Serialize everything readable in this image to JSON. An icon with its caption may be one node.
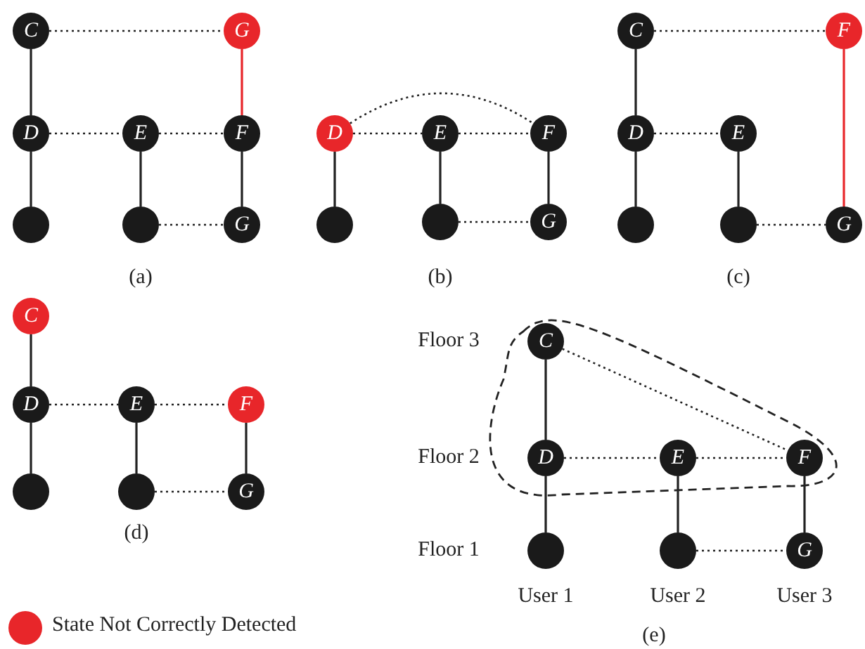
{
  "diagram": {
    "nodes": [
      {
        "text": [
          "C"
        ]
      },
      {
        "text": [
          "G"
        ]
      },
      {
        "text": [
          "D"
        ]
      },
      {
        "text": [
          "E"
        ]
      },
      {
        "text": [
          "F"
        ]
      },
      {
        "text": [],
        "shape": "circle"
      },
      {
        "text": [],
        "shape": "circle"
      },
      {
        "text": [
          "G"
        ]
      },
      {
        "text": [
          "D"
        ]
      },
      {
        "text": [
          "E"
        ]
      },
      {
        "text": [
          "F"
        ]
      },
      {
        "text": [],
        "shape": "circle"
      },
      {
        "text": [],
        "shape": "circle"
      },
      {
        "text": [
          "G"
        ]
      },
      {
        "text": [
          "C"
        ]
      },
      {
        "text": [
          "F"
        ]
      },
      {
        "text": [
          "D"
        ]
      },
      {
        "text": [
          "E"
        ]
      },
      {
        "text": [],
        "shape": "circle"
      },
      {
        "text": [],
        "shape": "circle"
      },
      {
        "text": [
          "G"
        ]
      },
      {
        "text": [
          "C"
        ]
      },
      {
        "text": [
          "D"
        ]
      },
      {
        "text": [
          "E"
        ]
      },
      {
        "text": [
          "F"
        ]
      },
      {
        "text": [],
        "shape": "circle"
      },
      {
        "text": [],
        "shape": "circle"
      },
      {
        "text": [
          "G"
        ]
      },
      {
        "text": [
          "C"
        ]
      },
      {
        "text": [
          "D"
        ]
      },
      {
        "text": [
          "E"
        ]
      },
      {
        "text": [
          "F"
        ]
      },
      {
        "text": [],
        "shape": "circle"
      },
      {
        "text": [],
        "shape": "circle"
      },
      {
        "text": [
          "G"
        ]
      }
    ],
    "edges": [
      {
        "from": 0,
        "to": 1,
        "arrow": "none",
        "style": "dashed"
      },
      {
        "from": 1,
        "to": 4,
        "arrow": "none",
        "color": "#e8262a"
      },
      {
        "from": 0,
        "to": 2,
        "arrow": "none"
      },
      {
        "from": 2,
        "to": 3,
        "arrow": "none",
        "style": "dashed"
      },
      {
        "from": 3,
        "to": 4,
        "arrow": "none",
        "style": "dashed"
      },
      {
        "from": 2,
        "to": 5,
        "arrow": "none"
      },
      {
        "from": 3,
        "to": 6,
        "arrow": "none"
      },
      {
        "from": 4,
        "to": 7,
        "arrow": "none"
      },
      {
        "from": 6,
        "to": 7,
        "arrow": "none",
        "style": "dashed"
      },
      {
        "from": 8,
        "to": 10,
        "arrow": "none",
        "style": "dashed"
      },
      {
        "from": 8,
        "to": 9,
        "arrow": "none",
        "style": "dashed"
      },
      {
        "from": 9,
        "to": 10,
        "arrow": "none",
        "style": "dashed"
      },
      {
        "from": 8,
        "to": 11,
        "arrow": "none"
      },
      {
        "from": 9,
        "to": 12,
        "arrow": "none"
      },
      {
        "from": 10,
        "to": 13,
        "arrow": "none"
      },
      {
        "from": 12,
        "to": 13,
        "arrow": "none",
        "style": "dashed"
      },
      {
        "from": 14,
        "to": 15,
        "arrow": "none",
        "style": "dashed"
      },
      {
        "from": 14,
        "to": 16,
        "arrow": "none"
      },
      {
        "from": 16,
        "to": 17,
        "arrow": "none",
        "style": "dashed"
      },
      {
        "from": 16,
        "to": 18,
        "arrow": "none"
      },
      {
        "from": 17,
        "to": 19,
        "arrow": "none"
      },
      {
        "from": 15,
        "to": 20,
        "arrow": "none",
        "color": "#e8262a"
      },
      {
        "from": 19,
        "to": 20,
        "arrow": "none",
        "style": "dashed"
      },
      {
        "from": 21,
        "to": 22,
        "arrow": "none"
      },
      {
        "from": 22,
        "to": 23,
        "arrow": "none",
        "style": "dashed"
      },
      {
        "from": 23,
        "to": 24,
        "arrow": "none",
        "style": "dashed"
      },
      {
        "from": 22,
        "to": 25,
        "arrow": "none"
      },
      {
        "from": 23,
        "to": 26,
        "arrow": "none"
      },
      {
        "from": 24,
        "to": 27,
        "arrow": "none"
      },
      {
        "from": 26,
        "to": 27,
        "arrow": "none",
        "style": "dashed"
      },
      {
        "from": 28,
        "to": 29,
        "arrow": "none"
      },
      {
        "from": 28,
        "to": 31,
        "arrow": "none",
        "style": "dashed"
      },
      {
        "from": 29,
        "to": 30,
        "arrow": "none",
        "style": "dashed"
      },
      {
        "from": 30,
        "to": 31,
        "arrow": "none",
        "style": "dashed"
      },
      {
        "from": 29,
        "to": 32,
        "arrow": "none"
      },
      {
        "from": 30,
        "to": 33,
        "arrow": "none"
      },
      {
        "from": 31,
        "to": 34,
        "arrow": "none"
      },
      {
        "from": 33,
        "to": 34,
        "arrow": "none",
        "style": "dashed"
      }
    ],
    "labels": [
      "(a)",
      "(b)",
      "(c)",
      "Floor 3",
      "(d)",
      "Floor 2",
      "Floor 1",
      "User 1",
      "User 2",
      "User 3",
      "(e)"
    ],
    "legend": [
      {
        "text": "State Not Correctly Detected",
        "color": "#e8262a"
      }
    ]
  }
}
